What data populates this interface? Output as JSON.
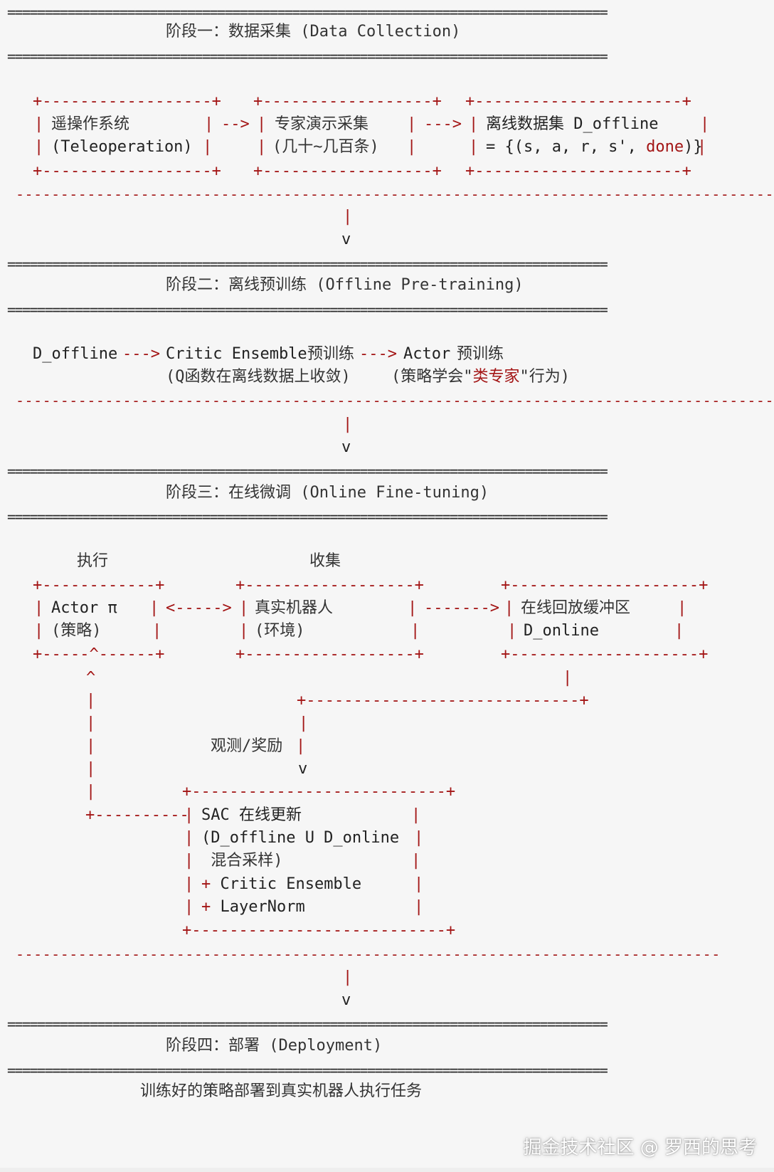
{
  "rules": {
    "double": "================================================================================",
    "dashed": "--------------------------------------------------------------------------------------"
  },
  "stage1": {
    "title": "阶段一：数据采集 (Data Collection)",
    "box_border_a": "+------------------+",
    "box_border_b": "+------------------+",
    "box_border_c": "+----------------------+",
    "box1_l1": "遥操作系统",
    "box1_l2": "(Teleoperation)",
    "arrow1": "-->",
    "box2_l1": "专家演示采集",
    "box2_l2": "(几十~几百条)",
    "arrow2": "--->",
    "box3_l1": "离线数据集 D_offline",
    "box3_l2a": "= {(s, a, r, s', ",
    "box3_l2b": "done",
    "box3_l2c": ")}",
    "down_bar": "|",
    "down_v": "v"
  },
  "stage2": {
    "title": "阶段二：离线预训练 (Offline Pre-training)",
    "src": "D_offline",
    "arrow1": "--->",
    "critic": "Critic Ensemble",
    "critic_tag": "预训练",
    "arrow2": "--->",
    "actor": "Actor",
    "actor_tag": "预训练",
    "critic_note": "(Q函数在离线数据上收敛)",
    "actor_note_a": "(策略学会\"",
    "actor_note_b": "类专家",
    "actor_note_c": "\"行为)"
  },
  "stage3": {
    "title": "阶段三：在线微调 (Online Fine-tuning)",
    "label_exec": "执行",
    "label_collect": "收集",
    "actor_border_top": "+------------+",
    "actor_border_bot": "+-----^------+",
    "actor_l1": "Actor π",
    "actor_l2": "(策略)",
    "arrow_bi": "<----->",
    "robot_border": "+------------------+",
    "robot_l1": "真实机器人",
    "robot_l2": "(环境)",
    "arrow_buf": "------->",
    "buf_border": "+--------------------+",
    "buf_l1": "在线回放缓冲区",
    "buf_l2": "D_online",
    "loop_line": "+-----------------------------+",
    "obs_label": "观测/奖励",
    "caret": "^",
    "feed": "+----------",
    "sac_border": "+---------------------------+",
    "sac_l1": "SAC 在线更新",
    "sac_l2": "(D_offline U D_online",
    "sac_l3": " 混合采样)",
    "sac_l4": "+ Critic Ensemble",
    "sac_l5": "+ LayerNorm"
  },
  "stage4": {
    "title": "阶段四：部署 (Deployment)",
    "note": "训练好的策略部署到真实机器人执行任务"
  },
  "watermark": "掘金技术社区 @ 罗西的思考"
}
